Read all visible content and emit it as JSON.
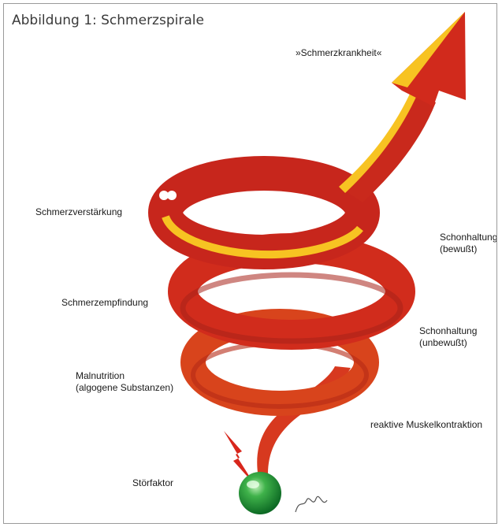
{
  "caption": "Abbildung 1: Schmerzspirale",
  "labels": {
    "schmerzkrankheit": "»Schmerzkrankheit«",
    "schmerzverstaerkung": "Schmerzverstärkung",
    "schonhaltung_bewusst": "Schonhaltung\n(bewußt)",
    "schmerzempfindung": "Schmerzempfindung",
    "schonhaltung_unbewusst": "Schonhaltung\n(unbewußt)",
    "malnutrition": "Malnutrition\n(algogene Substanzen)",
    "reaktive_muskelkontraktion": "reaktive Muskelkontraktion",
    "stoerfaktor": "Störfaktor"
  },
  "signature": "make",
  "colors": {
    "spiral_red": "#c7261c",
    "spiral_orange": "#e8581c",
    "spiral_yellow": "#f7c322",
    "ball_green": "#1f9a3a",
    "lightning": "#d8261c"
  }
}
